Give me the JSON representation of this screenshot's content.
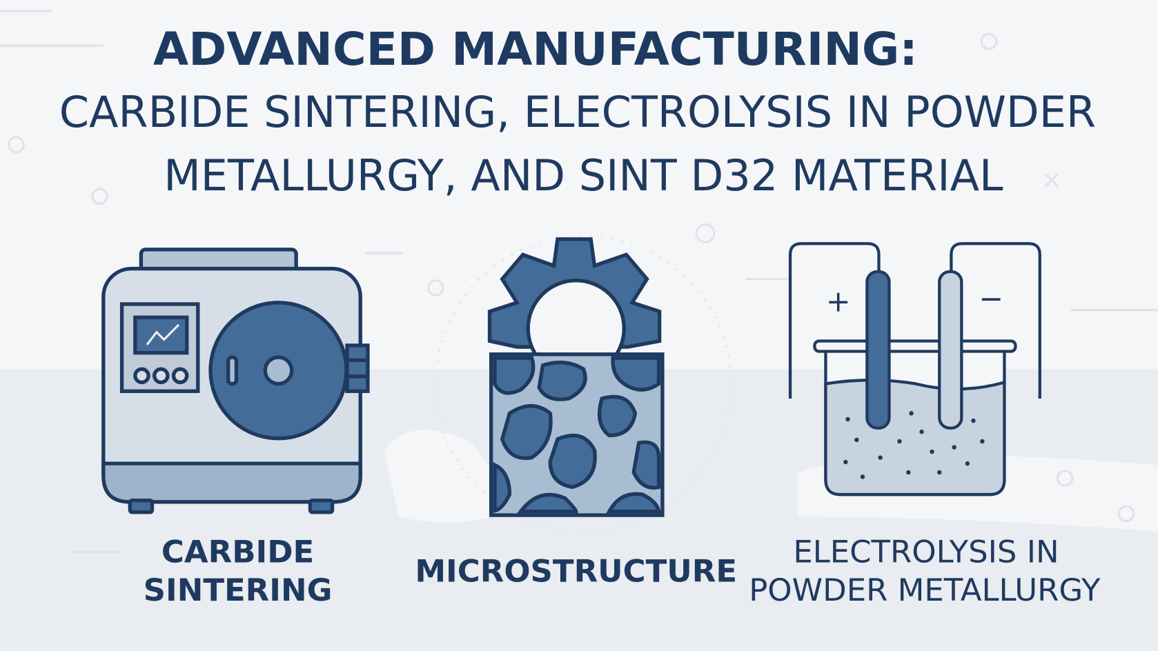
{
  "title": {
    "line1": "ADVANCED MANUFACTURING:",
    "line2": "CARBIDE SINTERING, ELECTROLYSIS IN POWDER",
    "line3": "METALLURGY, AND SINT D32 MATERIAL"
  },
  "panels": [
    {
      "icon": "sintering-furnace-icon",
      "label_line1": "CARBIDE",
      "label_line2": "SINTERING"
    },
    {
      "icon": "gear-microstructure-icon",
      "label_line1": "MICROSTRUCTURE"
    },
    {
      "icon": "electrolysis-beaker-icon",
      "label_line1": "ELECTROLYSIS IN",
      "label_line2": "POWDER METALLURGY"
    }
  ],
  "electrodes": {
    "positive": "+",
    "negative": "−"
  },
  "colors": {
    "navy": "#1f3a60",
    "blue": "#446c98",
    "light": "#d6dfe8",
    "mid": "#a9bdd2",
    "bg": "#f4f5f7"
  }
}
